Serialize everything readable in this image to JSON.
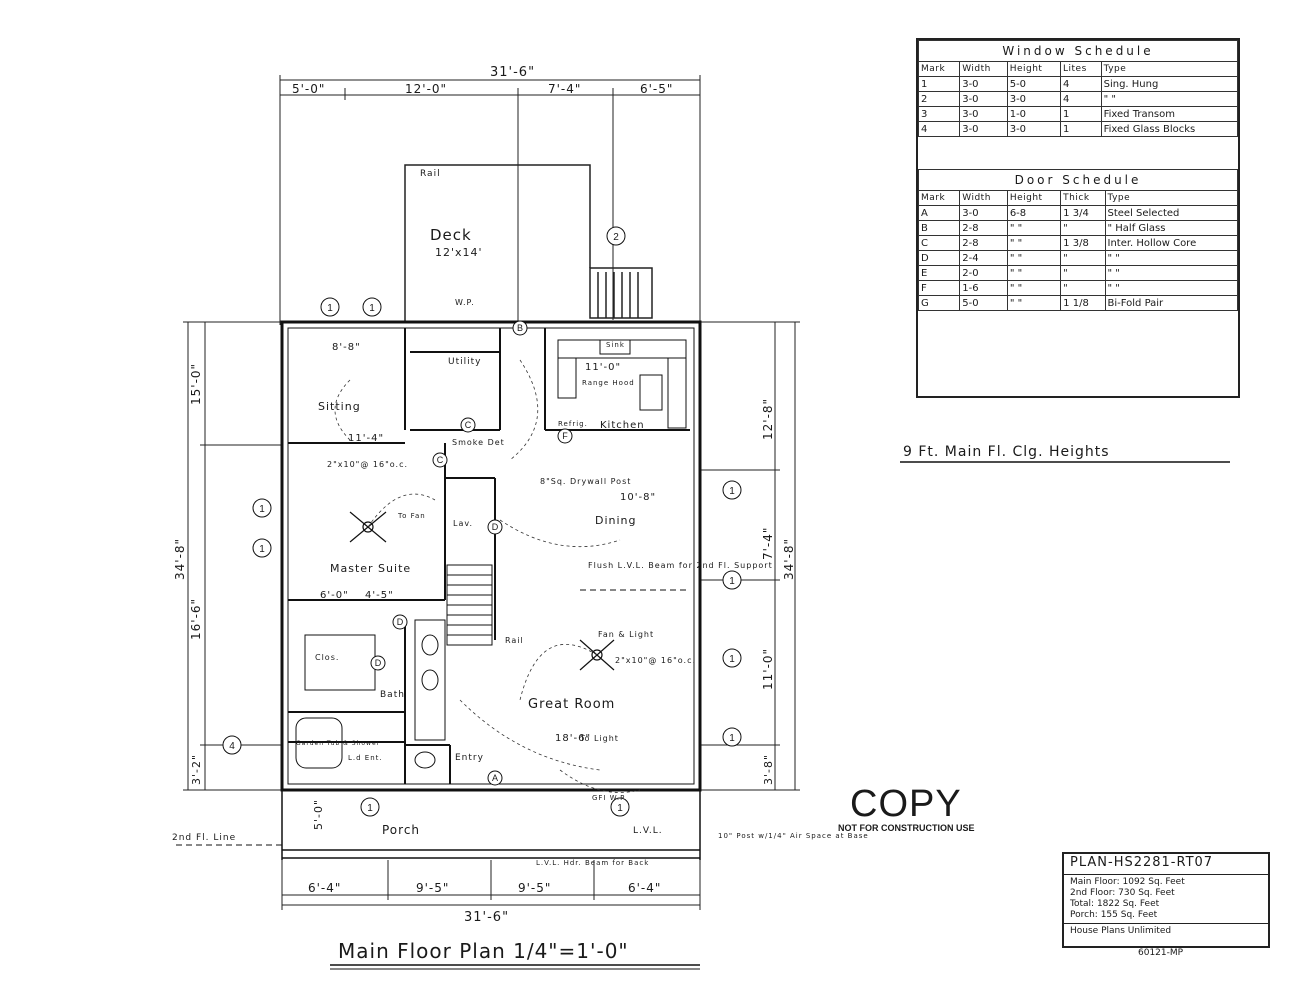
{
  "drawing_title": "Main Floor Plan 1/4\"=1'-0\"",
  "ceiling_note": "9 Ft. Main Fl. Clg. Heights",
  "copy_stamp": {
    "main": "COPY",
    "sub": "NOT FOR CONSTRUCTION USE"
  },
  "dimensions": {
    "top_overall": "31'-6\"",
    "top_segments": [
      "5'-0\"",
      "12'-0\"",
      "7'-4\"",
      "6'-5\""
    ],
    "bottom_overall": "31'-6\"",
    "bottom_segments": [
      "6'-4\"",
      "9'-5\"",
      "9'-5\"",
      "6'-4\""
    ],
    "left_overall": "34'-8\"",
    "left_segments": [
      "15'-0\"",
      "16'-6\"",
      "3'-2\""
    ],
    "right_overall": "34'-8\"",
    "right_segments": [
      "12'-8\"",
      "7'-4\"",
      "11'-0\"",
      "3'-8\""
    ],
    "porch_depth": "5'-0\""
  },
  "rooms": {
    "deck": "Deck",
    "deck_size": "12'x14'",
    "sitting": "Sitting",
    "master_suite": "Master Suite",
    "kitchen": "Kitchen",
    "dining": "Dining",
    "great_room": "Great Room",
    "porch": "Porch",
    "bath": "Bath",
    "utility": "Utility",
    "clos": "Clos.",
    "entry": "Entry",
    "lav": "Lav.",
    "ld_ent": "L.d Ent."
  },
  "notes": {
    "rail": "Rail",
    "sink": "Sink",
    "range_hood": "Range Hood",
    "refrig": "Refrig.",
    "smoke_det": "Smoke Det",
    "sq_drywall_post": "8\"Sq. Drywall Post",
    "flush_lvl": "Flush L.V.L. Beam for 2nd Fl. Support",
    "fan_light": "Fan & Light",
    "to_fan": "To Fan",
    "to_light": "To Light",
    "joist_a": "2\"x10\"@ 16\"o.c.",
    "joist_b": "2\"x10\"@ 16\"o.c.",
    "lvl": "L.V.L.",
    "post_note": "10\" Post w/1/4\" Air Space at Base",
    "beam_note": "L.V.L. Hdr. Beam for Back",
    "second_line": "2nd Fl. Line",
    "wp": "W.P.",
    "gfi": "GFI W.P.",
    "shower": "Garden Tub & Shower",
    "dim_sitting": "8'-8\"",
    "dim_kitchen": "11'-0\"",
    "dim_dining": "10'-8\"",
    "dim_great": "18'-6\"",
    "dim_master": "11'-4\"",
    "dim_65": "6'-0\"",
    "dim_45": "4'-5\""
  },
  "window_schedule": {
    "title": "Window Schedule",
    "headers": [
      "Mark",
      "Width",
      "Height",
      "Lites",
      "Type"
    ],
    "rows": [
      [
        "1",
        "3-0",
        "5-0",
        "4",
        "Sing. Hung"
      ],
      [
        "2",
        "3-0",
        "3-0",
        "4",
        "\"   \""
      ],
      [
        "3",
        "3-0",
        "1-0",
        "1",
        "Fixed Transom"
      ],
      [
        "4",
        "3-0",
        "3-0",
        "1",
        "Fixed Glass Blocks"
      ]
    ]
  },
  "door_schedule": {
    "title": "Door Schedule",
    "headers": [
      "Mark",
      "Width",
      "Height",
      "Thick",
      "Type"
    ],
    "rows": [
      [
        "A",
        "3-0",
        "6-8",
        "1 3/4",
        "Steel Selected"
      ],
      [
        "B",
        "2-8",
        "\" \"",
        "\"",
        "\"   Half Glass"
      ],
      [
        "C",
        "2-8",
        "\" \"",
        "1 3/8",
        "Inter. Hollow Core"
      ],
      [
        "D",
        "2-4",
        "\" \"",
        "\"",
        "\"   \""
      ],
      [
        "E",
        "2-0",
        "\" \"",
        "\"",
        "\"   \""
      ],
      [
        "F",
        "1-6",
        "\" \"",
        "\"",
        "\"   \""
      ],
      [
        "G",
        "5-0",
        "\" \"",
        "1 1/8",
        "Bi-Fold Pair"
      ]
    ]
  },
  "plan_info": {
    "plan_no": "PLAN-HS2281-RT07",
    "rows": [
      {
        "label": "Main Floor:",
        "value": "1092",
        "unit": "Sq. Feet"
      },
      {
        "label": "2nd Floor:",
        "value": "730",
        "unit": "Sq. Feet"
      },
      {
        "label": "Total:",
        "value": "1822",
        "unit": "Sq. Feet"
      },
      {
        "label": "Porch:",
        "value": "155",
        "unit": "Sq. Feet"
      }
    ],
    "company": "House Plans Unlimited",
    "code": "60121-MP"
  }
}
